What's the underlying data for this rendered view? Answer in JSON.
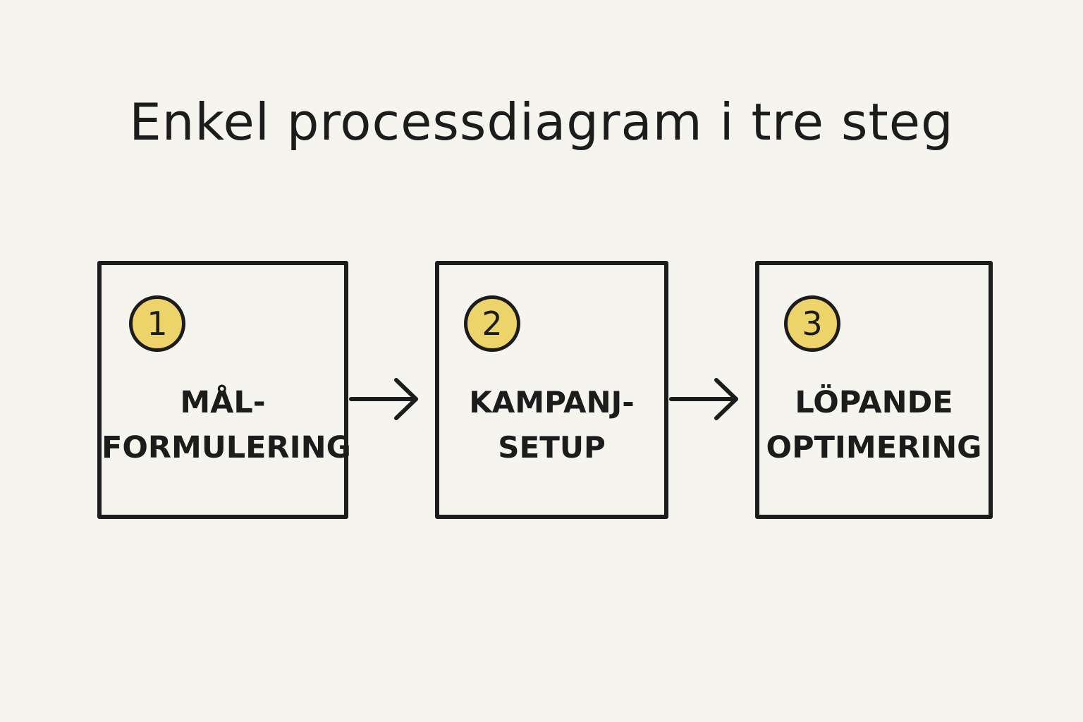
{
  "title": "Enkel processdiagram i tre steg",
  "colors": {
    "background": "#f6f4ef",
    "line": "#1c1c1c",
    "badge_fill": "#ecd46a"
  },
  "steps": [
    {
      "number": "1",
      "line1": "MÅL-",
      "line2": "FORMULERING"
    },
    {
      "number": "2",
      "line1": "KAMPANJ-",
      "line2": "SETUP"
    },
    {
      "number": "3",
      "line1": "LÖPANDE",
      "line2": "OPTIMERING"
    }
  ],
  "connectors": [
    {
      "from": "1",
      "to": "2",
      "icon": "arrow-right-icon"
    },
    {
      "from": "2",
      "to": "3",
      "icon": "arrow-right-icon"
    }
  ]
}
